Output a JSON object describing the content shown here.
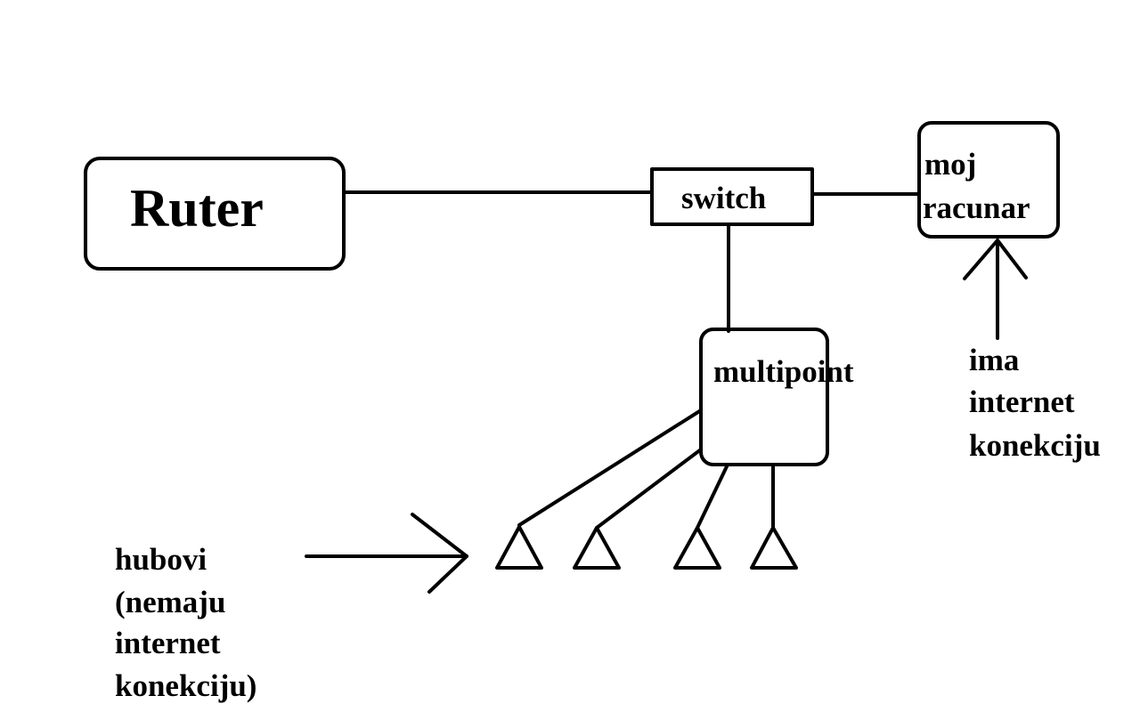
{
  "colors": {
    "ink": "#000000",
    "background": "#ffffff"
  },
  "nodes": {
    "router": {
      "label": "Ruter"
    },
    "switch": {
      "label": "switch"
    },
    "computer": {
      "label_line1": "moj",
      "label_line2": "racunar"
    },
    "multipoint": {
      "label": "multipoint"
    }
  },
  "annotations": {
    "computer_note": {
      "lines": [
        "ima",
        "internet",
        "konekciju"
      ]
    },
    "hubs_note": {
      "lines": [
        "hubovi",
        "(nemaju",
        "internet",
        "konekciju)"
      ]
    }
  },
  "hubs": [
    {
      "id": "hub-1"
    },
    {
      "id": "hub-2"
    },
    {
      "id": "hub-3"
    },
    {
      "id": "hub-4"
    }
  ]
}
